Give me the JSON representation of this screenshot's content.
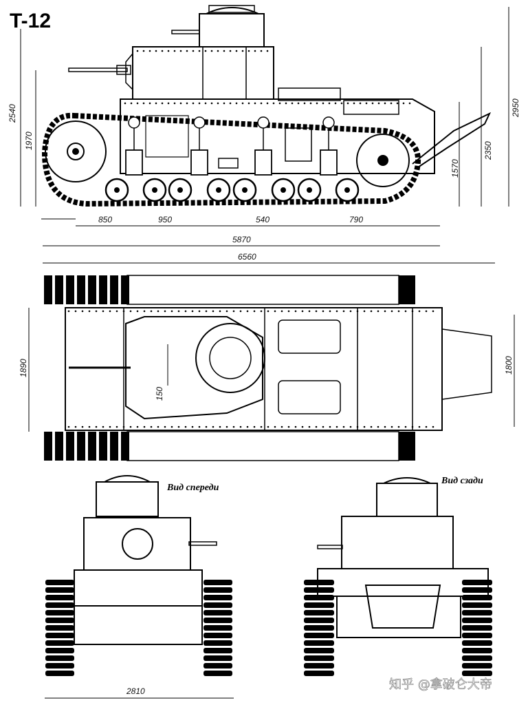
{
  "title": "T-12",
  "captions": {
    "front": "Вид спереди",
    "rear": "Вид сзади"
  },
  "watermark": "知乎 @拿破仑大帝",
  "side_view": {
    "height_left_upper": "2540",
    "height_left_lower": "1970",
    "height_right_outer": "2950",
    "height_right_mid": "2350",
    "height_right_inner": "1570",
    "spacing": [
      "850",
      "950",
      "540",
      "790"
    ],
    "length_base": "5870",
    "length_total": "6560"
  },
  "top_view": {
    "width_left": "1890",
    "width_right": "1800",
    "turret_offset": "150"
  },
  "front_view": {
    "width": "2810"
  },
  "colors": {
    "ink": "#000000",
    "paper": "#ffffff"
  }
}
